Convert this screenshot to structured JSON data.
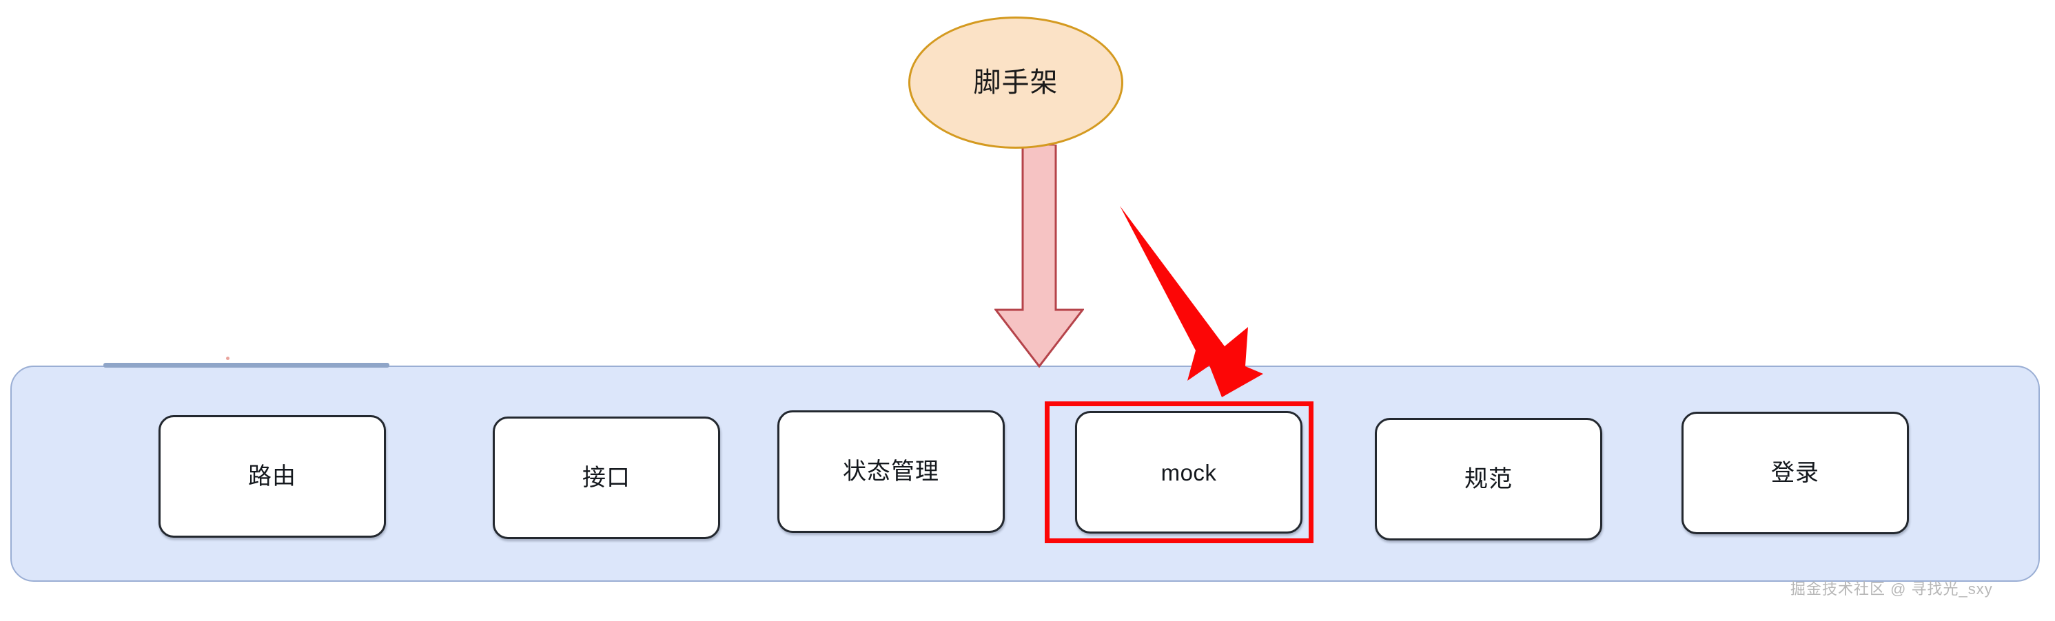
{
  "diagram": {
    "root_node": {
      "label": "脚手架",
      "shape": "ellipse",
      "fill_color": "#fbe2c6",
      "border_color": "#d49a20"
    },
    "container": {
      "fill_color": "#dce6fa",
      "border_color": "#9aaed4",
      "nodes": [
        {
          "label": "路由",
          "script": "han"
        },
        {
          "label": "接口",
          "script": "han"
        },
        {
          "label": "状态管理",
          "script": "han"
        },
        {
          "label": "mock",
          "script": "latin"
        },
        {
          "label": "规范",
          "script": "han"
        },
        {
          "label": "登录",
          "script": "han"
        }
      ]
    },
    "connector": {
      "type": "block-arrow-down",
      "fill_color": "#f6c3c3",
      "border_color": "#b5434a"
    },
    "annotations": {
      "arrow_color": "#fc0606",
      "highlight_color": "#fc0606",
      "highlighted_node": "mock"
    },
    "watermark": {
      "text": "掘金技术社区 @ 寻找光_sxy"
    }
  }
}
